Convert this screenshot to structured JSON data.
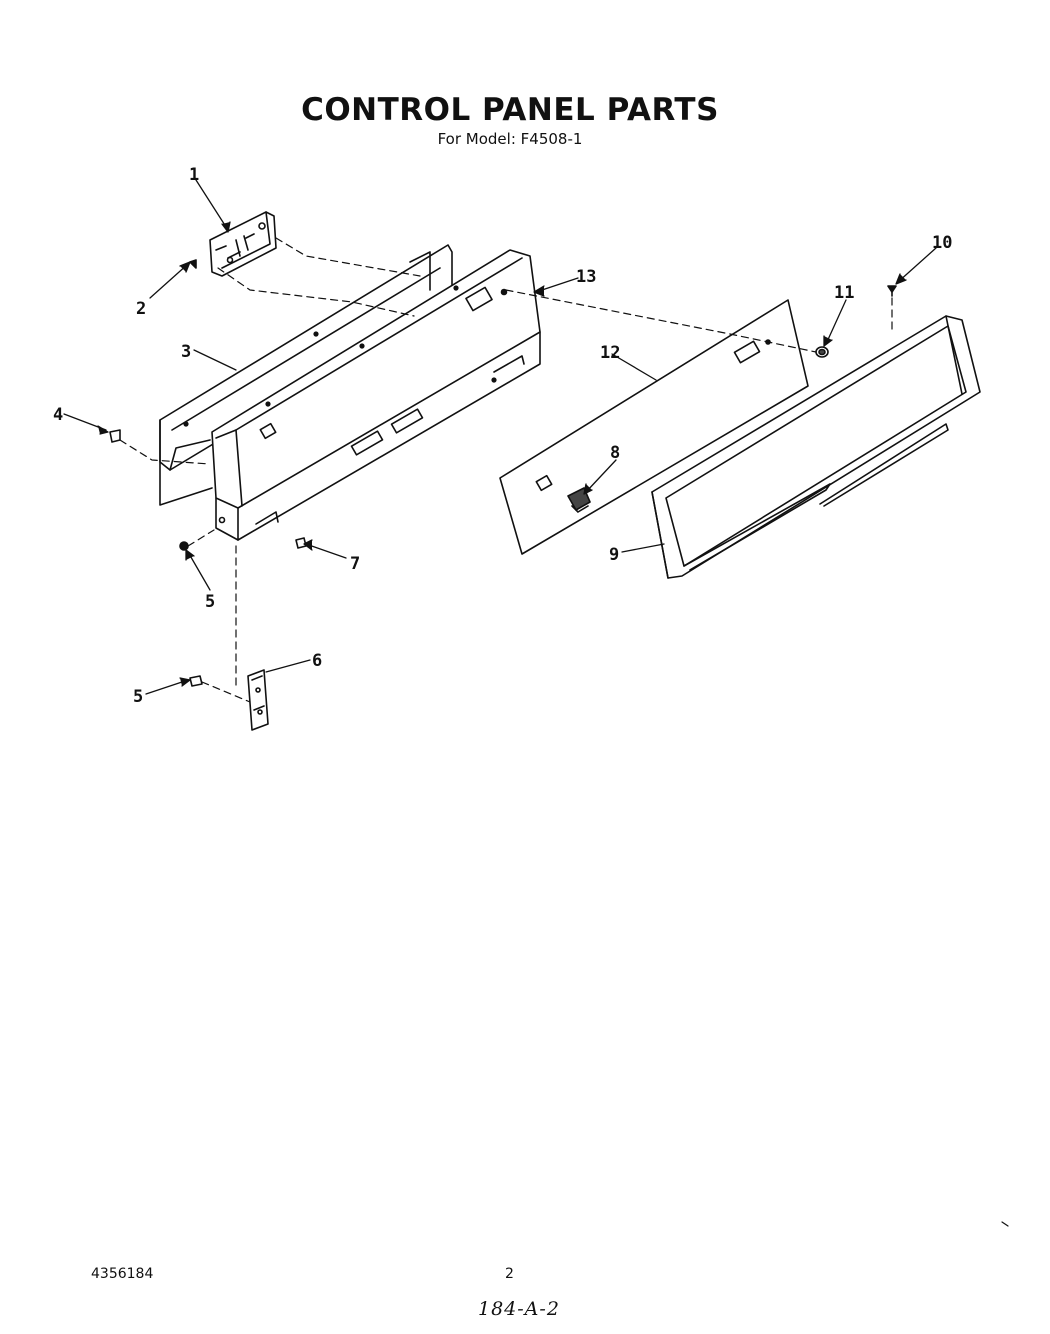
{
  "header": {
    "title": "CONTROL PANEL PARTS",
    "subtitle": "For Model: F4508-1"
  },
  "callouts": [
    {
      "id": "c1",
      "label": "1"
    },
    {
      "id": "c2",
      "label": "2"
    },
    {
      "id": "c3",
      "label": "3"
    },
    {
      "id": "c4",
      "label": "4"
    },
    {
      "id": "c5a",
      "label": "5"
    },
    {
      "id": "c5b",
      "label": "5"
    },
    {
      "id": "c6",
      "label": "6"
    },
    {
      "id": "c7",
      "label": "7"
    },
    {
      "id": "c8",
      "label": "8"
    },
    {
      "id": "c9",
      "label": "9"
    },
    {
      "id": "c10",
      "label": "10"
    },
    {
      "id": "c11",
      "label": "11"
    },
    {
      "id": "c12",
      "label": "12"
    },
    {
      "id": "c13",
      "label": "13"
    }
  ],
  "footer": {
    "doc_number": "4356184",
    "page_number": "2",
    "handwritten_note": "184-A-2"
  }
}
